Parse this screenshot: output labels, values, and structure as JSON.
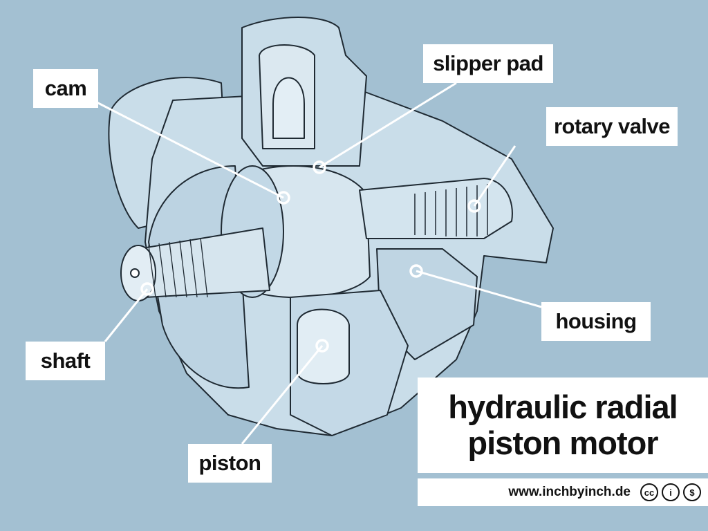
{
  "diagram": {
    "labels": {
      "slipper_pad": "slipper pad",
      "cam": "cam",
      "rotary_valve": "rotary valve",
      "housing": "housing",
      "shaft": "shaft",
      "piston": "piston"
    },
    "title_line1": "hydraulic radial",
    "title_line2": "piston motor",
    "footer_url": "www.inchbyinch.de",
    "license_icons": [
      "cc",
      "i",
      "$"
    ]
  },
  "colors": {
    "background": "#a3c0d2",
    "drawing_fill": "#c9dde9",
    "drawing_line": "#1f2a33",
    "label_bg": "#ffffff"
  }
}
